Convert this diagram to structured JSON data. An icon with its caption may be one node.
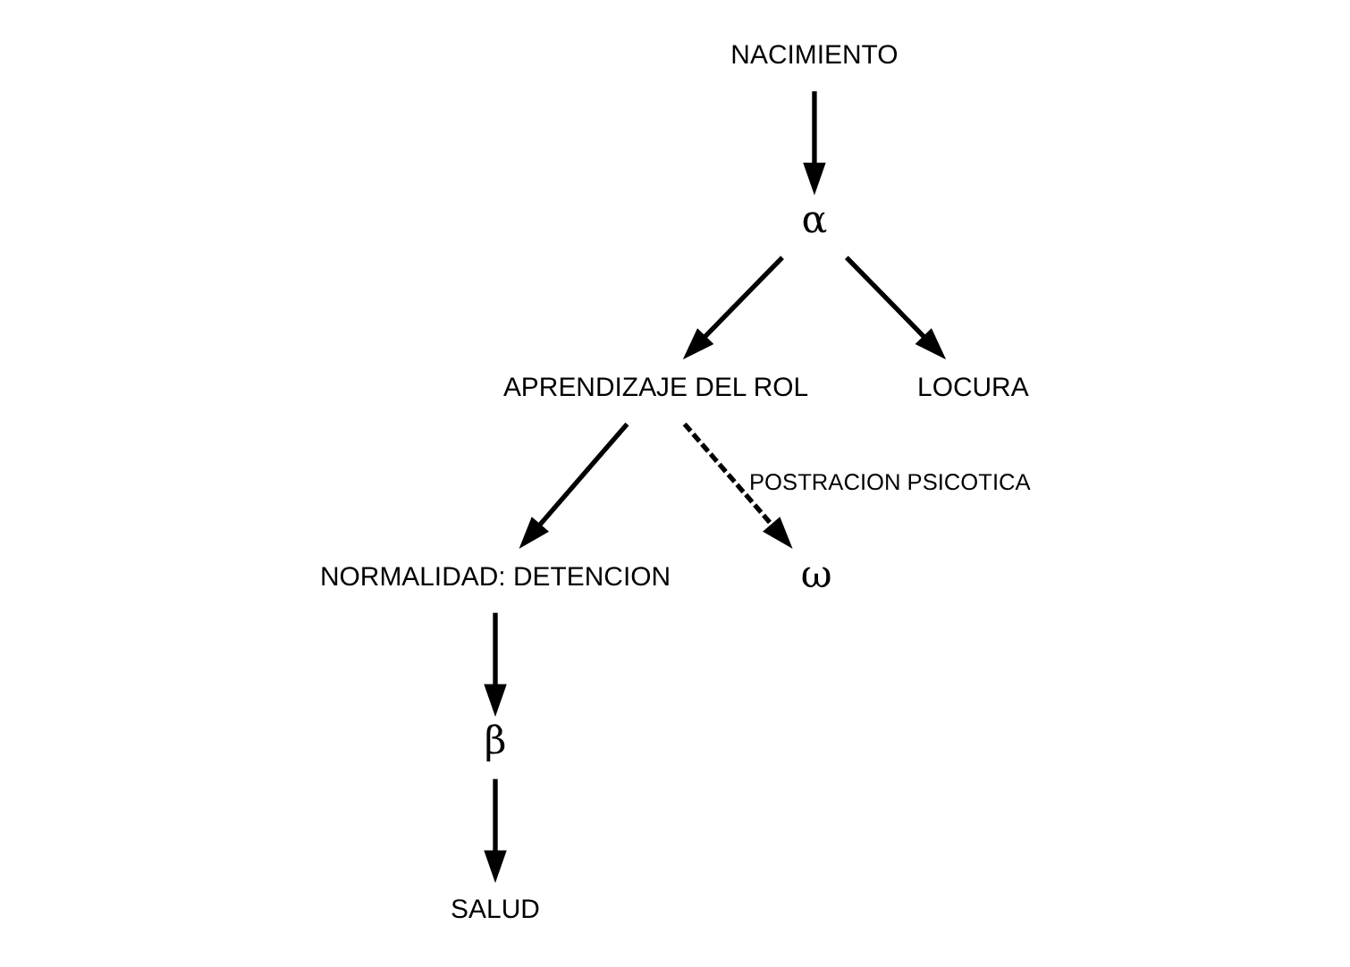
{
  "diagram": {
    "nodes": [
      {
        "text": [
          "NORMALIDAD: DETENCION"
        ]
      },
      {
        "text": [
          "APRENDIZAJE DEL ROL"
        ]
      },
      {
        "text": [
          "β"
        ]
      },
      {
        "text": [
          "α"
        ]
      },
      {
        "text": [
          "NACIMIENTO"
        ]
      },
      {
        "text": [
          "SALUD"
        ]
      },
      {
        "text": [
          "ω"
        ]
      },
      {
        "text": [
          "LOCURA"
        ]
      }
    ],
    "edges": [
      {
        "from": 4,
        "to": 3,
        "arrow": "to"
      },
      {
        "from": 3,
        "to": 1,
        "arrow": "to"
      },
      {
        "from": 1,
        "to": 0,
        "arrow": "to"
      },
      {
        "from": 0,
        "to": 2,
        "arrow": "to"
      },
      {
        "from": 2,
        "to": 5,
        "arrow": "to"
      },
      {
        "from": 3,
        "to": 7,
        "arrow": "to"
      },
      {
        "from": 1,
        "to": 6,
        "arrow": "to",
        "style": "dashed",
        "label": "POSTRACION PSICOTICA"
      }
    ]
  }
}
